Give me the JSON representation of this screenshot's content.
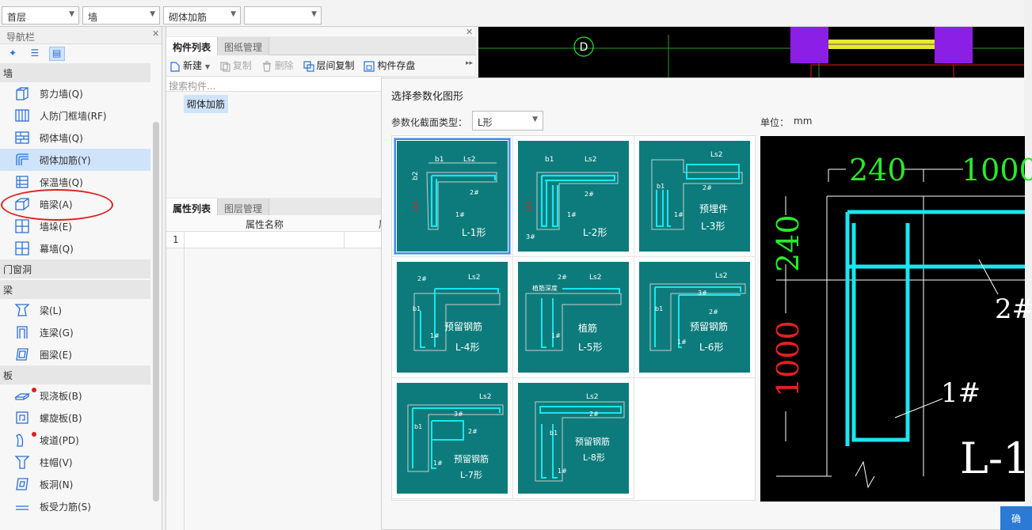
{
  "toolbar": {
    "floor": "首层",
    "category": "墙",
    "component": "砌体加筋",
    "extra": ""
  },
  "nav": {
    "title": "导航栏",
    "groups": [
      {
        "label": "墙"
      },
      {
        "label": "门窗洞"
      },
      {
        "label": "梁"
      },
      {
        "label": "板"
      }
    ],
    "wall_items": [
      {
        "label": "剪力墙(Q)"
      },
      {
        "label": "人防门框墙(RF)"
      },
      {
        "label": "砌体墙(Q)"
      },
      {
        "label": "砌体加筋(Y)"
      },
      {
        "label": "保温墙(Q)"
      },
      {
        "label": "暗梁(A)"
      },
      {
        "label": "墙垛(E)"
      },
      {
        "label": "幕墙(Q)"
      }
    ],
    "beam_items": [
      {
        "label": "梁(L)"
      },
      {
        "label": "连梁(G)"
      },
      {
        "label": "圈梁(E)"
      }
    ],
    "slab_items": [
      {
        "label": "现浇板(B)"
      },
      {
        "label": "螺旋板(B)"
      },
      {
        "label": "坡道(PD)"
      },
      {
        "label": "柱帽(V)"
      },
      {
        "label": "板洞(N)"
      },
      {
        "label": "板受力筋(S)"
      }
    ]
  },
  "component_panel": {
    "tab_list": "构件列表",
    "tab_drawing": "图纸管理",
    "new_btn": "新建",
    "copy_btn": "复制",
    "delete_btn": "删除",
    "floor_copy_btn": "层间复制",
    "save_btn": "构件存盘",
    "search_placeholder": "搜索构件...",
    "item": "砌体加筋"
  },
  "property_panel": {
    "tab_prop": "属性列表",
    "tab_layer": "图层管理",
    "col_name": "属性名称",
    "col_value": "属",
    "row1": "1"
  },
  "cad": {
    "axis_label": "D"
  },
  "dialog": {
    "title": "选择参数化图形",
    "type_label": "参数化截面类型：",
    "type_value": "L形",
    "unit_label": "单位：",
    "unit_value": "mm",
    "shapes": [
      {
        "name": "L-1形",
        "extra": ""
      },
      {
        "name": "L-2形",
        "extra": ""
      },
      {
        "name": "L-3形",
        "extra": "预埋件"
      },
      {
        "name": "L-4形",
        "extra": "预留钢筋"
      },
      {
        "name": "L-5形",
        "extra": "植筋",
        "extra2": "植筋深度"
      },
      {
        "name": "L-6形",
        "extra": "预留钢筋"
      },
      {
        "name": "L-7形",
        "extra": "预留钢筋"
      },
      {
        "name": "L-8形",
        "extra": "预留钢筋"
      }
    ],
    "preview": {
      "dim_b1": "240",
      "dim_ls2": "1000",
      "dim_b2": "240",
      "dim_ls1": "1000",
      "bar1": "1#",
      "bar2": "2#",
      "shape_label": "L-1"
    },
    "ok_label": "确"
  },
  "colors": {
    "thumb_bg": "#0d7b7b",
    "rebar": "#19e6f0",
    "dim_green": "#2be82b",
    "dim_red": "#e81e1e",
    "selection": "#3d8fe8"
  }
}
